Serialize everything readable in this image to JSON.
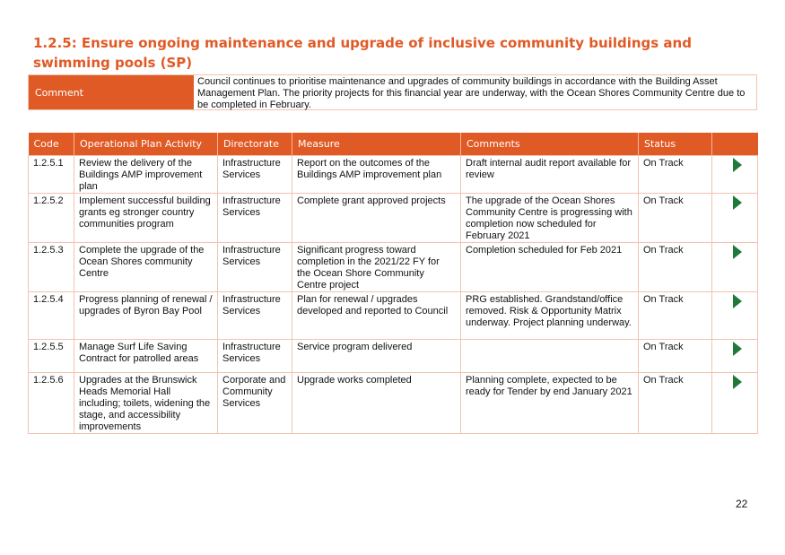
{
  "heading": "1.2.5: Ensure ongoing maintenance and upgrade of inclusive community buildings and swimming pools (SP)",
  "comment": {
    "label": "Comment",
    "text": "Council continues to prioritise maintenance and upgrades of community buildings in accordance with the Building Asset Management Plan. The priority projects for this financial year are underway, with the Ocean Shores Community Centre due to be completed in February."
  },
  "table": {
    "headers": [
      "Code",
      "Operational Plan Activity",
      "Directorate",
      "Measure",
      "Comments",
      "Status"
    ],
    "rows": [
      {
        "code": "1.2.5.1",
        "activity": "Review the delivery of the Buildings AMP improvement plan",
        "directorate": "Infrastructure Services",
        "measure": "Report on the outcomes of the Buildings AMP improvement plan",
        "comments": "Draft internal audit report available for review",
        "status": "On Track",
        "status_icon": "green-right-arrow-icon"
      },
      {
        "code": "1.2.5.2",
        "activity": "Implement successful building grants eg stronger country communities program",
        "directorate": "Infrastructure Services",
        "measure": "Complete grant approved projects",
        "comments": "The upgrade of the Ocean Shores Community Centre is progressing with completion now scheduled for February 2021",
        "status": "On Track",
        "status_icon": "green-right-arrow-icon"
      },
      {
        "code": "1.2.5.3",
        "activity": "Complete the upgrade of the Ocean Shores community Centre",
        "directorate": "Infrastructure Services",
        "measure": "Significant progress toward completion in the 2021/22 FY for the Ocean Shore Community Centre project",
        "comments": "Completion scheduled for Feb 2021",
        "status": "On Track",
        "status_icon": "green-right-arrow-icon"
      },
      {
        "code": "1.2.5.4",
        "activity": "Progress planning of renewal / upgrades of Byron Bay Pool",
        "directorate": "Infrastructure Services",
        "measure": "Plan for renewal / upgrades developed and reported to Council",
        "comments": "PRG established. Grandstand/office removed. Risk & Opportunity Matrix underway.  Project planning underway.",
        "status": "On Track",
        "status_icon": "green-right-arrow-icon"
      },
      {
        "code": "1.2.5.5",
        "activity": "Manage Surf Life Saving Contract for patrolled areas",
        "directorate": "Infrastructure Services",
        "measure": "Service program delivered",
        "comments": "",
        "status": "On Track",
        "status_icon": "green-right-arrow-icon"
      },
      {
        "code": "1.2.5.6",
        "activity": "Upgrades at the Brunswick Heads Memorial Hall including; toilets, widening the stage, and accessibility improvements",
        "directorate": "Corporate and Community Services",
        "measure": "Upgrade works completed",
        "comments": "Planning complete, expected to be ready for Tender by end January 2021",
        "status": "On Track",
        "status_icon": "green-right-arrow-icon"
      }
    ]
  },
  "page_number": "22",
  "colors": {
    "accent": "#e05a26",
    "border": "#f0c4ae",
    "on_track_arrow": "#1f7a3a"
  }
}
